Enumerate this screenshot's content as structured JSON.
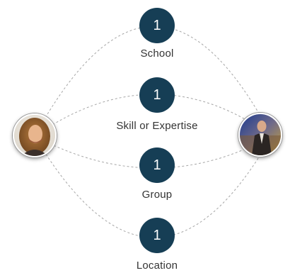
{
  "connections": [
    {
      "id": "school",
      "count": "1",
      "label": "School"
    },
    {
      "id": "skill",
      "count": "1",
      "label": "Skill or Expertise"
    },
    {
      "id": "group",
      "count": "1",
      "label": "Group"
    },
    {
      "id": "location",
      "count": "1",
      "label": "Location"
    }
  ],
  "colors": {
    "badge": "#163e55",
    "line": "#a6a6a6",
    "label": "#333333"
  },
  "people": {
    "left": {
      "icon": "person-woman-photo"
    },
    "right": {
      "icon": "person-man-photo"
    }
  }
}
